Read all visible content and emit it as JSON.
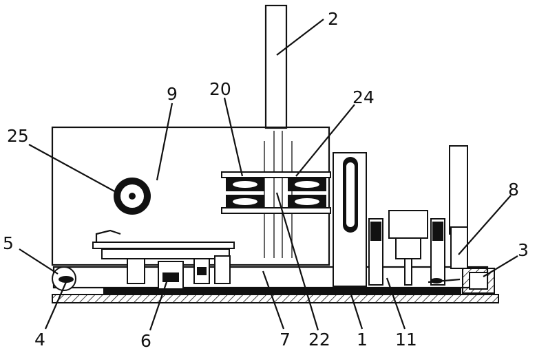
{
  "labels": [
    {
      "id": "2",
      "text": "2"
    },
    {
      "id": "9",
      "text": "9"
    },
    {
      "id": "20",
      "text": "20"
    },
    {
      "id": "24",
      "text": "24"
    },
    {
      "id": "25",
      "text": "25"
    },
    {
      "id": "5",
      "text": "5"
    },
    {
      "id": "4",
      "text": "4"
    },
    {
      "id": "6",
      "text": "6"
    },
    {
      "id": "7",
      "text": "7"
    },
    {
      "id": "22",
      "text": "22"
    },
    {
      "id": "1",
      "text": "1"
    },
    {
      "id": "11",
      "text": "11"
    },
    {
      "id": "8",
      "text": "8"
    },
    {
      "id": "3",
      "text": "3"
    }
  ]
}
